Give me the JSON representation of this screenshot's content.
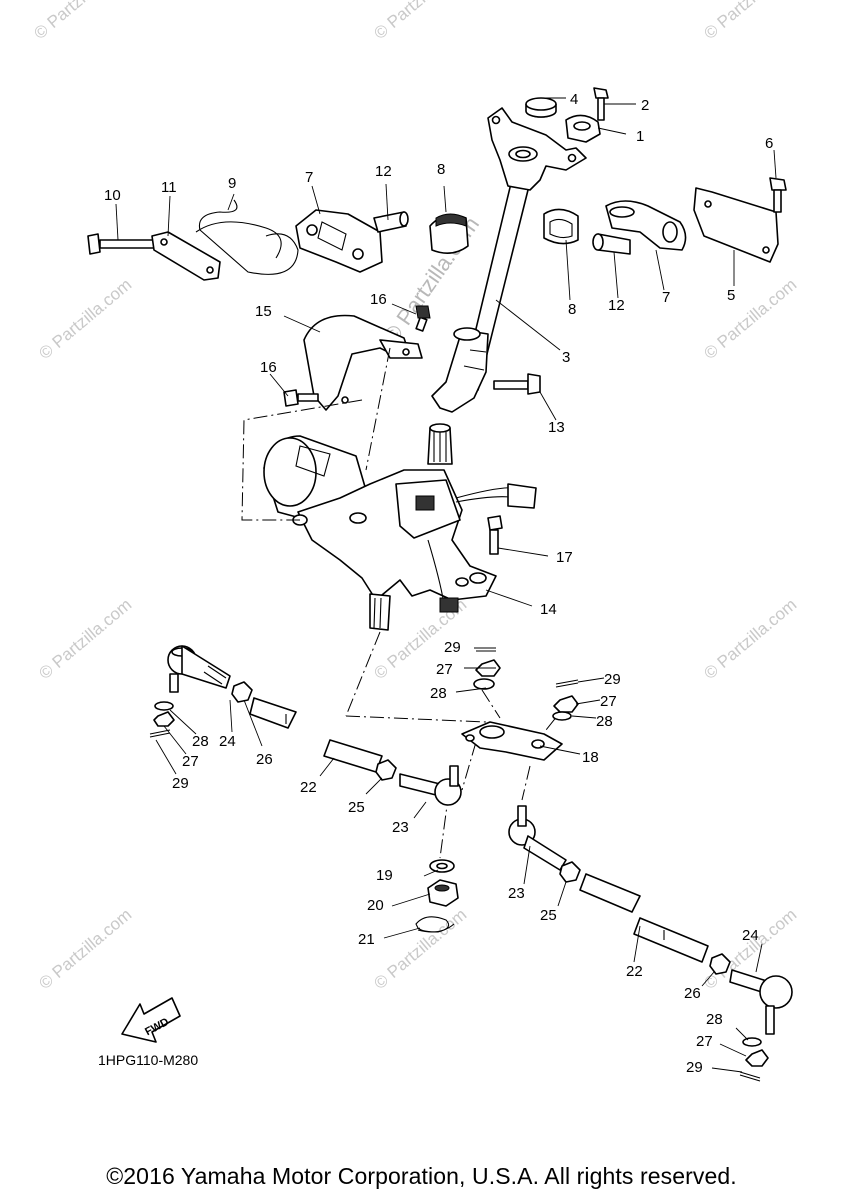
{
  "watermark": {
    "text": "© Partzilla.com",
    "center_text": "© Partzilla.com"
  },
  "labels": {
    "p1": "1",
    "p2": "2",
    "p3": "3",
    "p4": "4",
    "p5": "5",
    "p6": "6",
    "p7a": "7",
    "p7b": "7",
    "p8a": "8",
    "p8b": "8",
    "p9": "9",
    "p10": "10",
    "p11": "11",
    "p12a": "12",
    "p12b": "12",
    "p13": "13",
    "p14": "14",
    "p15": "15",
    "p16a": "16",
    "p16b": "16",
    "p17": "17",
    "p18": "18",
    "p19": "19",
    "p20": "20",
    "p21": "21",
    "p22a": "22",
    "p22b": "22",
    "p23a": "23",
    "p23b": "23",
    "p24a": "24",
    "p24b": "24",
    "p25a": "25",
    "p25b": "25",
    "p26a": "26",
    "p26b": "26",
    "p27a": "27",
    "p27b": "27",
    "p27c": "27",
    "p27d": "27",
    "p28a": "28",
    "p28b": "28",
    "p28c": "28",
    "p28d": "28",
    "p29a": "29",
    "p29b": "29",
    "p29c": "29",
    "p29d": "29"
  },
  "fwd_label": "FWD",
  "diagram_code": "1HPG110-M280",
  "copyright": "©2016 Yamaha Motor Corporation, U.S.A. All rights reserved."
}
